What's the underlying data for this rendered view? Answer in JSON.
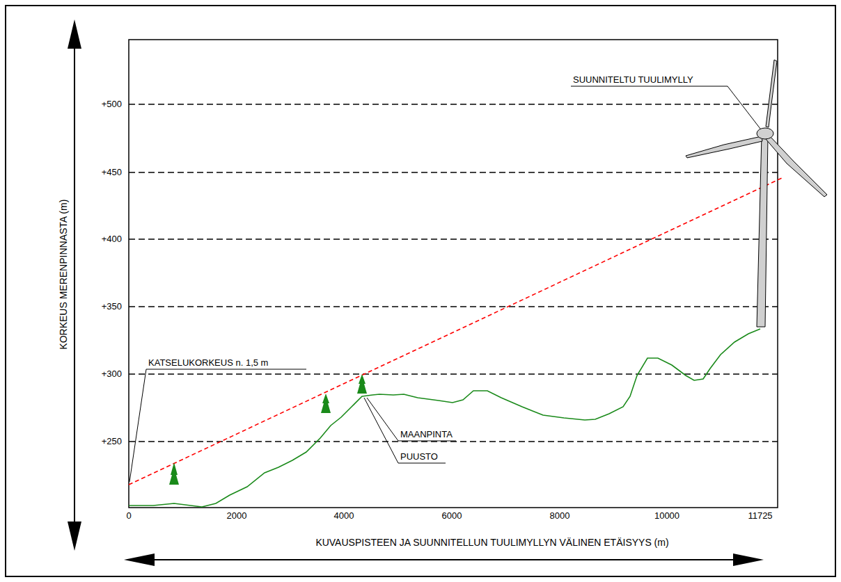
{
  "diagram": {
    "labels": [
      "KORKEUS MERENPINNASTA (m)",
      "+500",
      "+450",
      "+400",
      "+350",
      "+300",
      "+250",
      "0",
      "2000",
      "4000",
      "6000",
      "8000",
      "10000",
      "11725",
      "KUVAUSPISTEEN JA SUUNNITELLUN TUULIMYLLYN VÄLINEN ETÄISYYS (m)",
      "SUUNNITELTU TUULIMYLLY",
      "KATSELUKORKEUS n. 1,5 m",
      "MAANPINTA",
      "PUUSTO"
    ]
  }
}
